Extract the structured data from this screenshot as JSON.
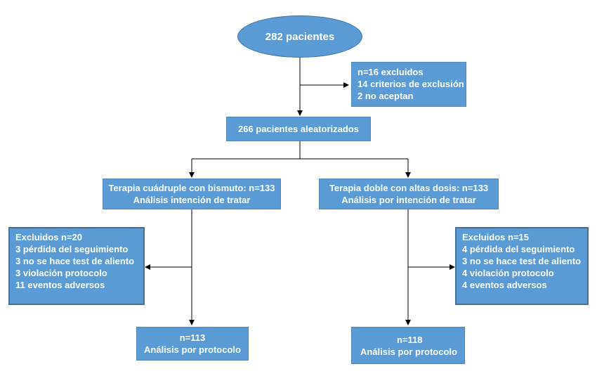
{
  "start": {
    "label": "282 pacientes"
  },
  "excluded_initial": {
    "lines": [
      "n=16 excluidos",
      "14 criterios de exclusión",
      "2 no aceptan"
    ]
  },
  "randomized": {
    "label": "266 pacientes aleatorizados"
  },
  "arm_left": {
    "title": "Terapia cuádruple con bismuto: n=133",
    "subtitle": "Análisis intención de tratar",
    "excluded": [
      "Excluidos n=20",
      "3 pérdida del seguimiento",
      "3 no se hace test de aliento",
      "3 violación protocolo",
      "11 eventos adversos"
    ],
    "final": [
      "n=113",
      "Análisis por protocolo"
    ]
  },
  "arm_right": {
    "title": "Terapia doble con altas dosis: n=133",
    "subtitle": "Análisis por intención de tratar",
    "excluded": [
      "Excluidos n=15",
      "4 pérdida del seguimiento",
      "3 no se hace test de aliento",
      "4 violación protocolo",
      "4 eventos adversos"
    ],
    "final": [
      "n=118",
      "Análisis por protocolo"
    ]
  },
  "colors": {
    "box_fill": "#5b9bd5",
    "box_border": "#41719c",
    "text": "#ffffff",
    "connector": "#000000"
  }
}
